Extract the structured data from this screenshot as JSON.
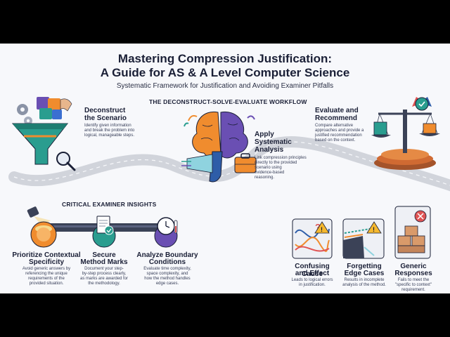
{
  "header": {
    "title_line1": "Mastering Compression Justification:",
    "title_line2": "A Guide for AS & A Level Computer Science",
    "subtitle": "Systematic Framework for Justification and Avoiding Examiner Pitfalls"
  },
  "workflow": {
    "heading": "THE DECONSTRUCT-SOLVE-EVALUATE WORKFLOW",
    "steps": [
      {
        "title_line1": "Deconstruct",
        "title_line2": "the Scenario",
        "description_lines": [
          "Identify given information",
          "and break the problem into",
          "logical, manageable steps."
        ]
      },
      {
        "title_line1": "Apply",
        "title_line2": "Systematic",
        "title_line3": "Analysis",
        "description_lines": [
          "Link compression principles",
          "directly to the provided",
          "scenario using",
          "evidence-based",
          "reasoning."
        ]
      },
      {
        "title_line1": "Evaluate and",
        "title_line2": "Recommend",
        "description_lines": [
          "Compare alternative",
          "approaches and provide a",
          "justified recommendation",
          "based on the context."
        ]
      }
    ]
  },
  "insights": {
    "heading": "CRITICAL EXAMINER INSIGHTS",
    "items": [
      {
        "title_line1": "Prioritize Contextual",
        "title_line2": "Specificity",
        "description_lines": [
          "Avoid generic answers by",
          "referencing the unique",
          "requirements of the",
          "provided situation."
        ]
      },
      {
        "title_line1": "Secure",
        "title_line2": "Method Marks",
        "description_lines": [
          "Document your step-",
          "by-step process clearly,",
          "as marks are awarded for",
          "the methodology."
        ]
      },
      {
        "title_line1": "Analyze Boundary",
        "title_line2": "Conditions",
        "description_lines": [
          "Evaluate time complexity,",
          "space complexity, and",
          "how the method handles",
          "edge cases."
        ]
      }
    ]
  },
  "pitfalls": {
    "items": [
      {
        "title_line1": "Confusing Cause",
        "title_line2": "and Effect",
        "description_lines": [
          "Leads to logical errors",
          "in justification."
        ]
      },
      {
        "title_line1": "Forgetting",
        "title_line2": "Edge Cases",
        "description_lines": [
          "Results in incomplete",
          "analysis of the method."
        ]
      },
      {
        "title_line1": "Generic",
        "title_line2": "Responses",
        "description_lines": [
          "Fails to meet the",
          "\"specific to context\"",
          "requirement."
        ]
      }
    ]
  },
  "colors": {
    "path_gray": "#c9ccd3",
    "navy": "#1a1f36",
    "teal": "#2a9d8f",
    "orange": "#f08c2e",
    "purple": "#6a4fb3",
    "red": "#e05353"
  }
}
